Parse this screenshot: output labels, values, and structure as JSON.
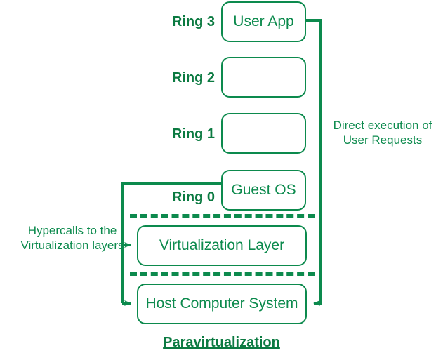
{
  "theme": {
    "stroke_color": "#0c8a4d",
    "text_color": "#0c8a4d",
    "bold_text_color": "#0b7a41",
    "background": "#ffffff"
  },
  "diagram": {
    "caption": "Paravirtualization",
    "rings": [
      {
        "label": "Ring 3",
        "box_text": "User App"
      },
      {
        "label": "Ring 2",
        "box_text": ""
      },
      {
        "label": "Ring 1",
        "box_text": ""
      },
      {
        "label": "Ring 0",
        "box_text": "Guest OS"
      }
    ],
    "layers": [
      {
        "box_text": "Virtualization Layer"
      },
      {
        "box_text": "Host Computer System"
      }
    ],
    "annotations": {
      "right_line1": "Direct execution of",
      "right_line2": "User Requests",
      "left_line1": "Hypercalls to the",
      "left_line2": "Virtualization layers"
    }
  }
}
